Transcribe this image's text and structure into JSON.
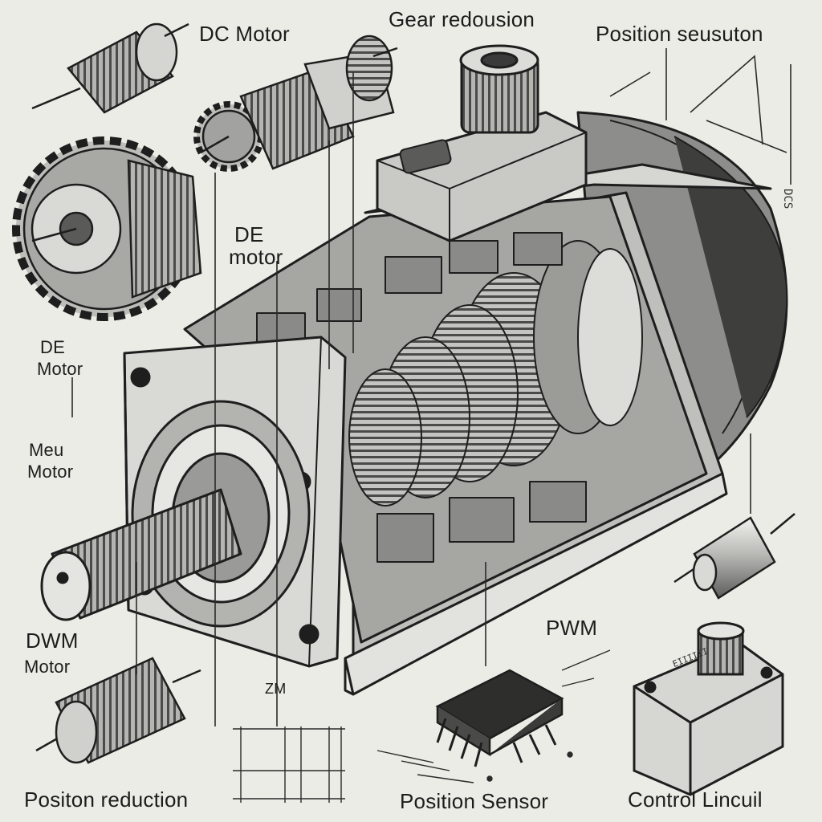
{
  "labels": {
    "dc_motor_top": "DC Motor",
    "gear_reduction_top": "Gear redousion",
    "position_sensor_top": "Position seusuton",
    "de_motor_mid_line1": "DE",
    "de_motor_mid_line2": "motor",
    "de_motor_left_line1": "DE",
    "de_motor_left_line2": "Motor",
    "meu_motor_line1": "Meu",
    "meu_motor_line2": "Motor",
    "dwm_motor_line1": "DWM",
    "dwm_motor_line2": "Motor",
    "pwm": "PWM",
    "zm": "ZM",
    "position_reduction": "Positon reduction",
    "position_sensor_bottom": "Position Sensor",
    "control_circuit": "Control Lincuil",
    "dcs_vertical": "DCS",
    "chip_marking": "EIIIIII"
  },
  "colors": {
    "ink": "#1e1e1e",
    "paper": "#ecece6",
    "metal_light": "#cfd0cc",
    "metal_mid": "#9a9b98",
    "metal_dark": "#4a4b4a",
    "red_accent": "#b0362e"
  }
}
